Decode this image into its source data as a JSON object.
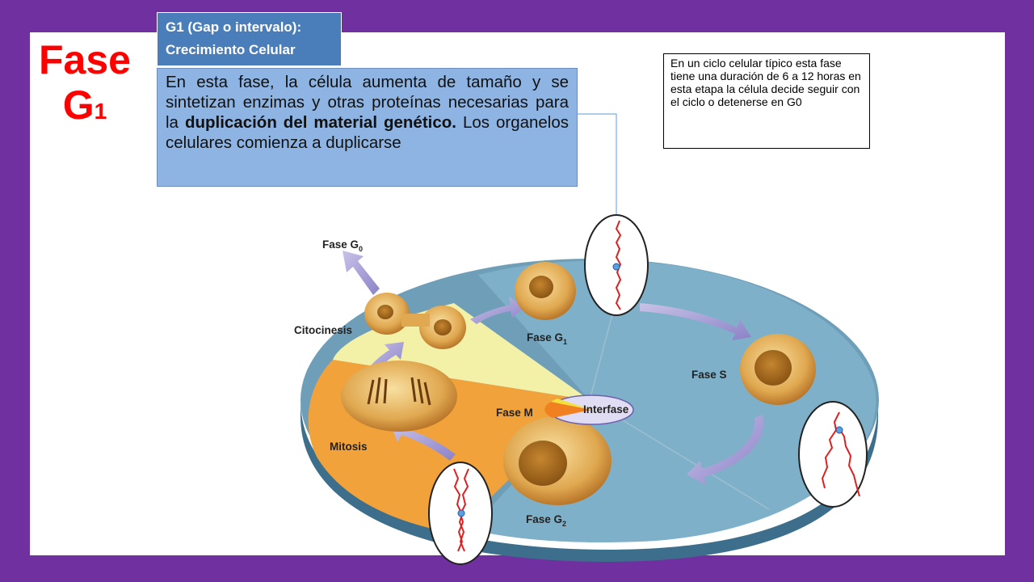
{
  "slide": {
    "title_main": "Fase",
    "title_sub_letter": "G",
    "title_sub_num": "1",
    "header_line1": "G1 (Gap o intervalo):",
    "header_line2": "Crecimiento Celular",
    "desc_part1": "En esta fase, la célula aumenta de tamaño y se sintetizan enzimas y otras proteínas necesarias para la ",
    "desc_bold": "duplicación del material genético.",
    "desc_part2": " Los organelos celulares comienza a duplicarse",
    "note": "En un ciclo celular típico esta fase tiene una duración de 6 a 12 horas en esta etapa la célula decide seguir con el ciclo o detenerse en G0"
  },
  "diagram": {
    "label_g0": "Fase G",
    "label_g0_sub": "0",
    "label_citocinesis": "Citocinesis",
    "label_g1": "Fase G",
    "label_g1_sub": "1",
    "label_s": "Fase S",
    "label_m": "Fase M",
    "label_interfase": "Interfase",
    "label_mitosis": "Mitosis",
    "label_g2": "Fase G",
    "label_g2_sub": "2"
  },
  "colors": {
    "frame": "#7030a0",
    "title": "#ff0000",
    "header_bg": "#4a7ebb",
    "desc_bg": "#8eb4e3"
  }
}
